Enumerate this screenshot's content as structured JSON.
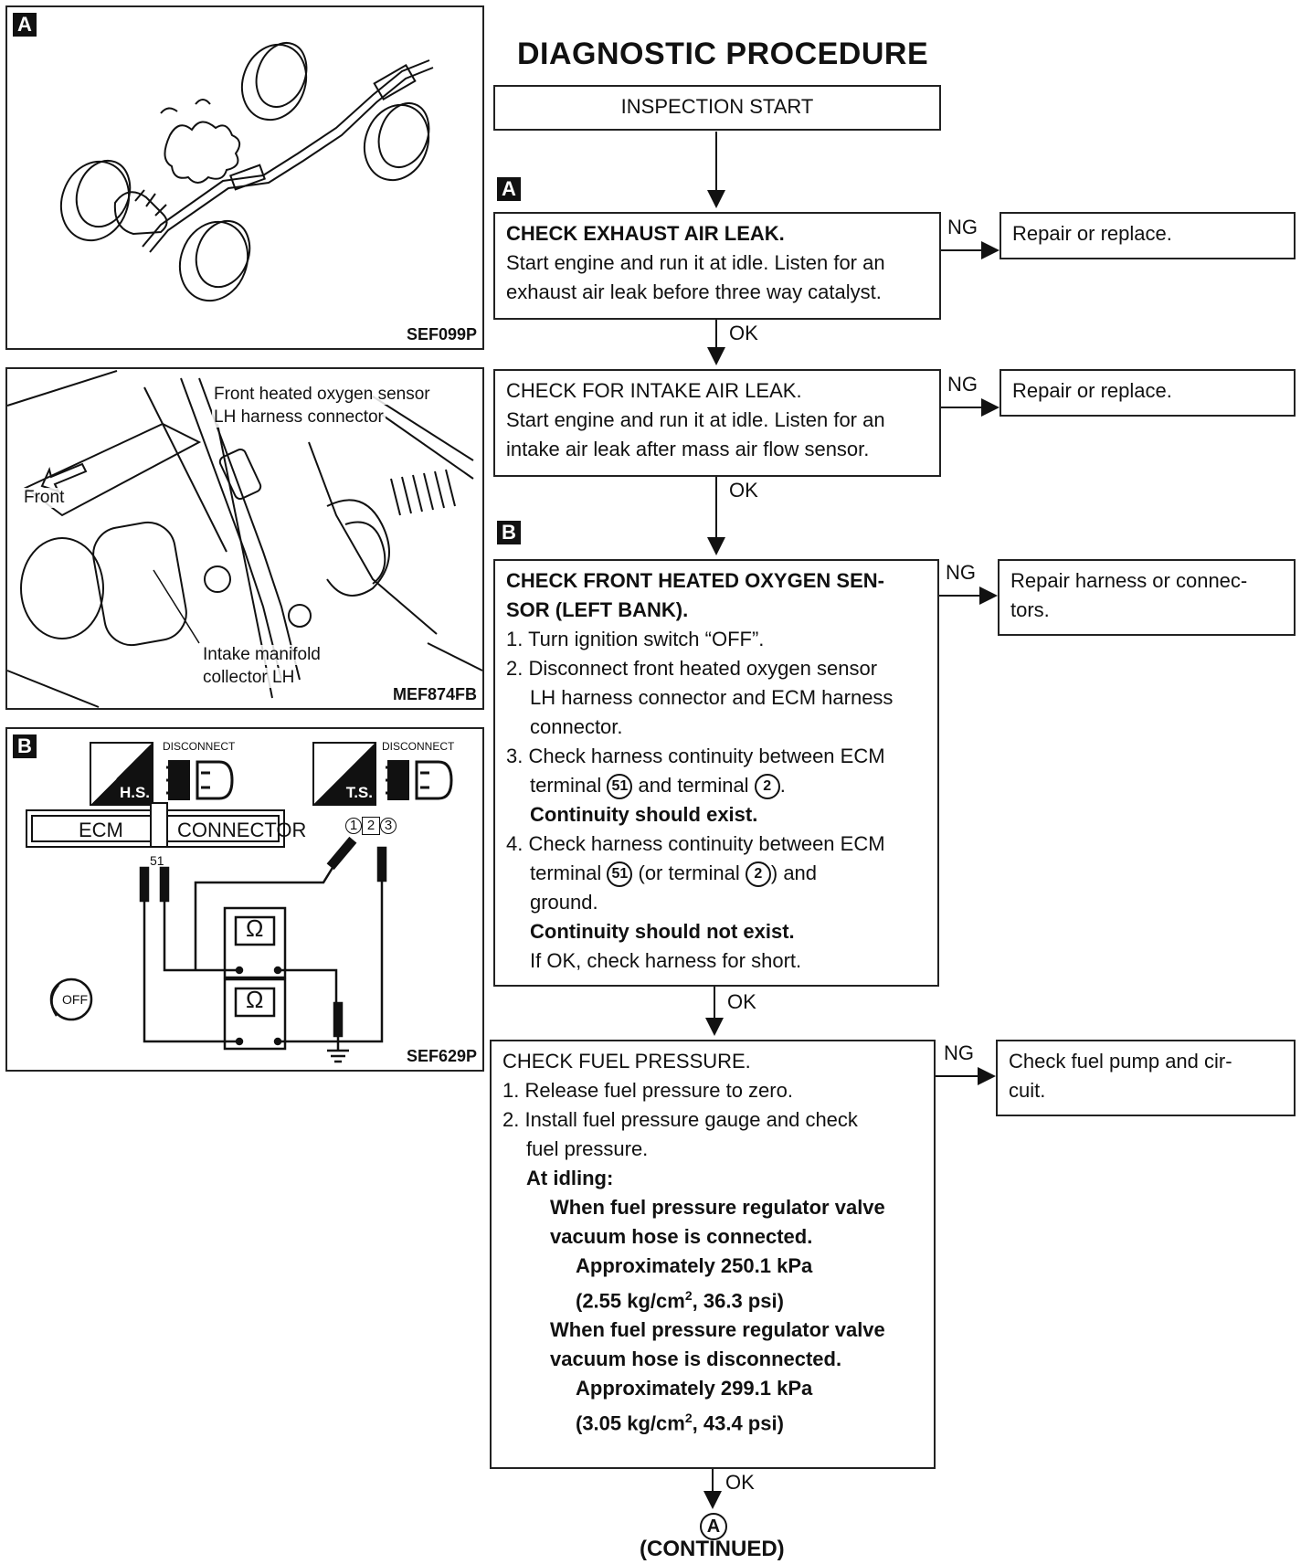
{
  "heading": "DIAGNOSTIC PROCEDURE",
  "figures": {
    "fig_a": {
      "tag": "A",
      "code": "SEF099P"
    },
    "fig_engine": {
      "code": "MEF874FB",
      "label_sensor_1": "Front heated oxygen sensor",
      "label_sensor_2": "LH harness connector",
      "label_front": "Front",
      "label_intake_1": "Intake manifold",
      "label_intake_2": "collector LH"
    },
    "fig_b": {
      "tag": "B",
      "code": "SEF629P",
      "disconnect_1": "DISCONNECT",
      "disconnect_2": "DISCONNECT",
      "hs": "H.S.",
      "ts": "T.S.",
      "ecm": "ECM",
      "connector": "CONNECTOR",
      "pin_51": "51",
      "pin_1": "1",
      "pin_2": "2",
      "pin_3": "3",
      "ohm_1": "Ω",
      "ohm_2": "Ω",
      "off": "OFF"
    }
  },
  "flow": {
    "start": "INSPECTION START",
    "tag_a": "A",
    "tag_b": "B",
    "ng": "NG",
    "ok": "OK",
    "step1": {
      "title": "CHECK EXHAUST AIR LEAK.",
      "line1": "Start engine and run it at idle. Listen for an",
      "line2": "exhaust air leak before three way catalyst.",
      "ng_action": "Repair or replace."
    },
    "step2": {
      "title": "CHECK FOR INTAKE AIR LEAK.",
      "line1": "Start engine and run it at idle. Listen for an",
      "line2": "intake air leak after mass air flow sensor.",
      "ng_action": "Repair or replace."
    },
    "step3": {
      "title1": "CHECK FRONT HEATED OXYGEN SEN-",
      "title2": "SOR (LEFT BANK).",
      "l1": "1. Turn ignition switch “OFF”.",
      "l2a": "2. Disconnect front heated oxygen sensor",
      "l2b": "LH harness connector and ECM harness",
      "l2c": "connector.",
      "l3a": "3. Check harness continuity between ECM",
      "l3b_pre": "terminal",
      "l3b_t51": "51",
      "l3b_mid": "and terminal",
      "l3b_t2": "2",
      "l3b_post": ".",
      "l3c": "Continuity should exist.",
      "l4a": "4. Check harness continuity between ECM",
      "l4b_pre": "terminal",
      "l4b_t51": "51",
      "l4b_mid": "(or terminal",
      "l4b_t2": "2",
      "l4b_post": ") and",
      "l4c": "ground.",
      "l4d": "Continuity should not exist.",
      "l4e": "If OK, check harness for short.",
      "ng_action_1": "Repair harness or connec-",
      "ng_action_2": "tors."
    },
    "step4": {
      "title": "CHECK FUEL PRESSURE.",
      "l1": "1. Release fuel pressure to zero.",
      "l2a": "2. Install fuel pressure gauge and check",
      "l2b": "fuel pressure.",
      "idle": "At idling:",
      "c1a": "When fuel pressure regulator valve",
      "c1b": "vacuum hose is connected.",
      "v1a": "Approximately 250.1 kPa",
      "v1b_pre": "(2.55 kg/cm",
      "v1b_sup": "2",
      "v1b_post": ", 36.3 psi)",
      "c2a": "When fuel pressure regulator valve",
      "c2b": "vacuum hose is disconnected.",
      "v2a": "Approximately 299.1 kPa",
      "v2b_pre": "(3.05 kg/cm",
      "v2b_sup": "2",
      "v2b_post": ", 43.4 psi)",
      "ng_action_1": "Check fuel pump and cir-",
      "ng_action_2": "cuit."
    },
    "connector_label": "A",
    "continued": "(CONTINUED)"
  }
}
